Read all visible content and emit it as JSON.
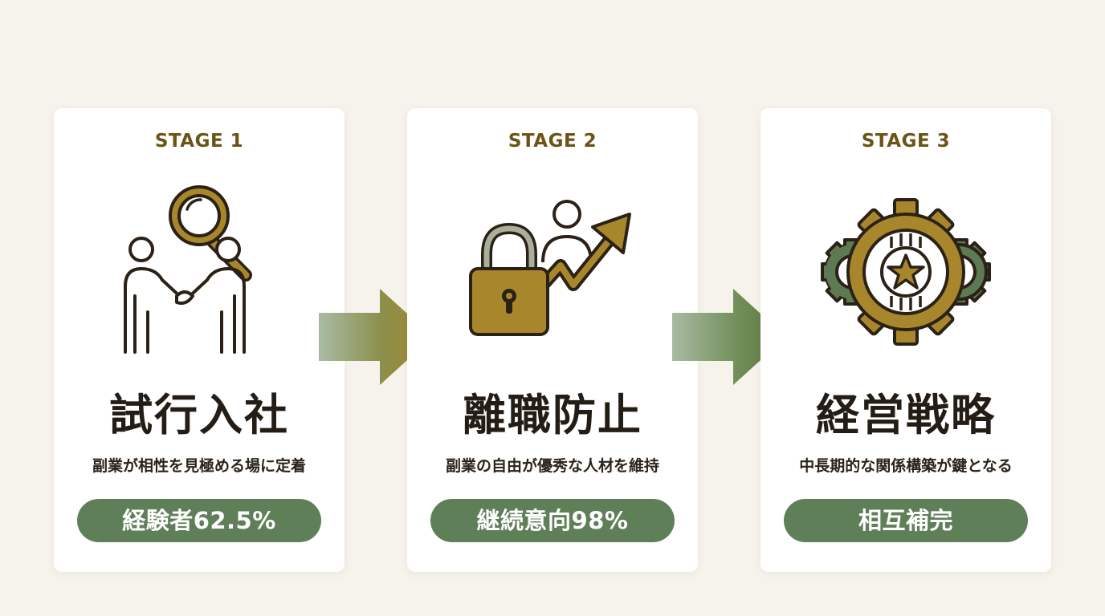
{
  "colors": {
    "background": "#f6f3ec",
    "stage_label": "#6b5416",
    "badge_green": "#5f7f58",
    "icon_gold": "#a8872c",
    "icon_outline": "#2b2116",
    "gear_green": "#5e7a52"
  },
  "stages": [
    {
      "label": "STAGE 1",
      "icon": "handshake-search-icon",
      "title": "試行入社",
      "description": "副業が相性を見極める場に定着",
      "badge": "経験者62.5%"
    },
    {
      "label": "STAGE 2",
      "icon": "lock-growth-icon",
      "title": "離職防止",
      "description": "副業の自由が優秀な人材を維持",
      "badge": "継続意向98%"
    },
    {
      "label": "STAGE 3",
      "icon": "gear-star-icon",
      "title": "経営戦略",
      "description": "中長期的な関係構築が鍵となる",
      "badge": "相互補完"
    }
  ],
  "arrows": [
    {
      "icon": "arrow-right-icon"
    },
    {
      "icon": "arrow-right-icon"
    }
  ]
}
